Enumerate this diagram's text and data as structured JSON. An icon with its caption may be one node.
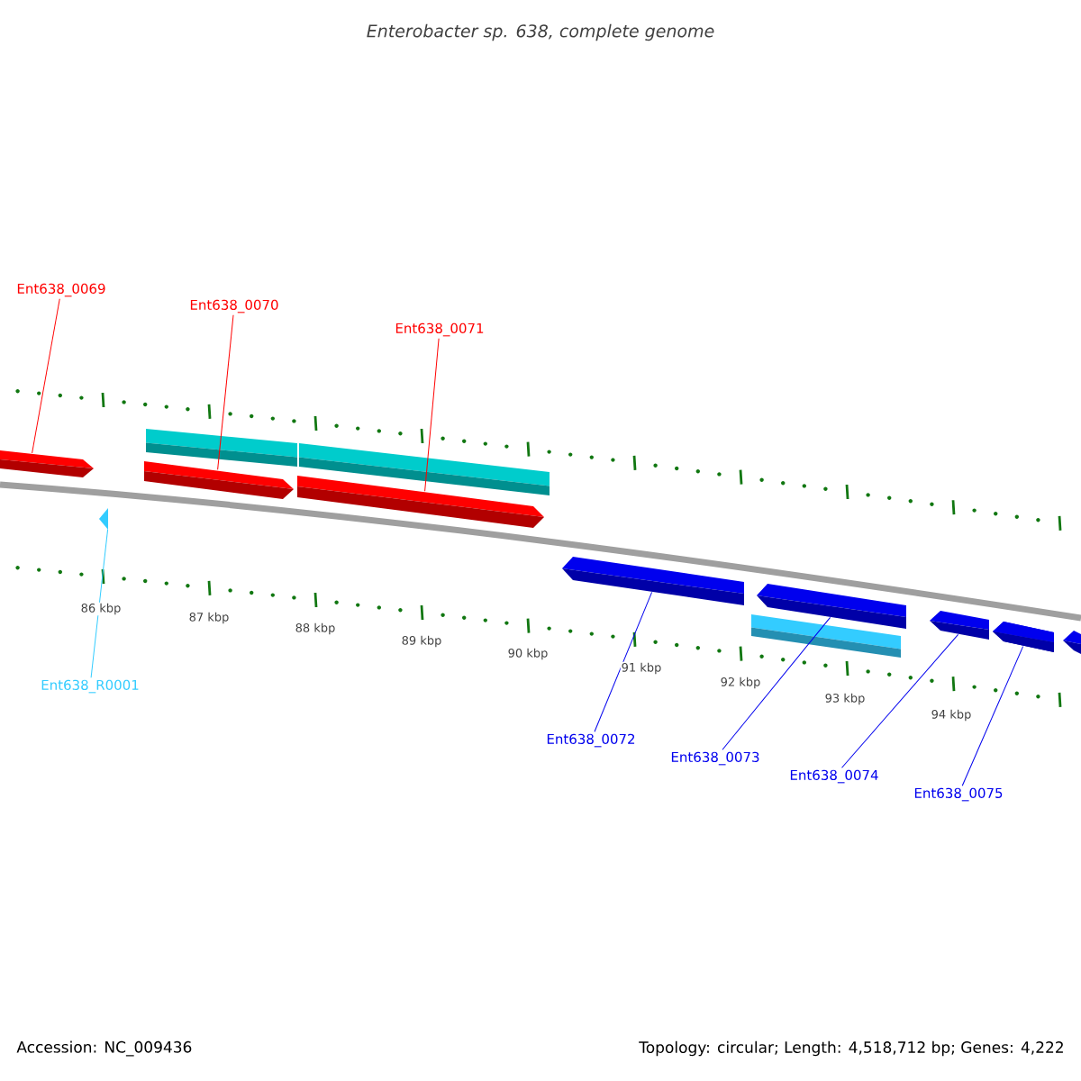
{
  "diagram": {
    "title": "Enterobacter sp. 638, complete genome",
    "nodes": [
      {
        "text": [
          "Ent638_0069"
        ]
      },
      {
        "text": [
          "Ent638_0070"
        ]
      },
      {
        "text": [
          "Ent638_0071"
        ]
      },
      {
        "text": [
          "Ent638_R0001"
        ]
      },
      {
        "text": [
          "Ent638_0072"
        ]
      },
      {
        "text": [
          "Ent638_0073"
        ]
      },
      {
        "text": [
          "Ent638_0074"
        ]
      },
      {
        "text": [
          "Ent638_0075"
        ]
      },
      {
        "text": [],
        "shape": "arrow"
      },
      {
        "text": [],
        "shape": "arrow"
      },
      {
        "text": [],
        "shape": "arrow"
      },
      {
        "text": [],
        "shape": "triangle"
      },
      {
        "text": [],
        "shape": "arrow"
      },
      {
        "text": [],
        "shape": "arrow"
      },
      {
        "text": [],
        "shape": "arrow"
      },
      {
        "text": [],
        "shape": "arrow"
      }
    ],
    "edges": [
      {
        "from": 0,
        "to": 8,
        "arrow": "none",
        "color": "#ff0000"
      },
      {
        "from": 1,
        "to": 9,
        "arrow": "none",
        "color": "#ff0000"
      },
      {
        "from": 2,
        "to": 10,
        "arrow": "none",
        "color": "#ff0000"
      },
      {
        "from": 3,
        "to": 11,
        "arrow": "none",
        "color": "#33ccff"
      },
      {
        "from": 4,
        "to": 12,
        "arrow": "none"
      },
      {
        "from": 5,
        "to": 13,
        "arrow": "none"
      },
      {
        "from": 6,
        "to": 14,
        "arrow": "none"
      },
      {
        "from": 7,
        "to": 15,
        "arrow": "none"
      }
    ],
    "labels": [
      "86 kbp",
      "87 kbp",
      "88 kbp",
      "89 kbp",
      "90 kbp",
      "91 kbp",
      "92 kbp",
      "93 kbp",
      "94 kbp",
      "Accession: NC_009436",
      "Topology: circular; Length: 4,518,712 bp; Genes: 4,222"
    ]
  }
}
